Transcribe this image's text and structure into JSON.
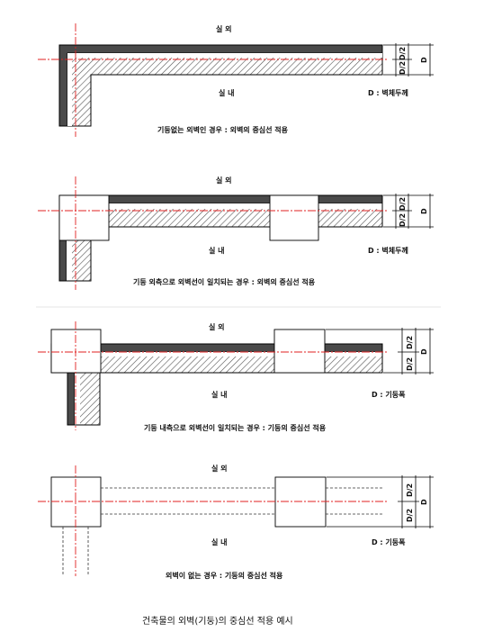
{
  "panels": [
    {
      "outside": "실 외",
      "inside": "실 내",
      "half_top": "D/2",
      "half_bottom": "D/2",
      "total": "D",
      "legend": "D : 벽체두께",
      "caption": "기둥없는 외벽인 경우 : 외벽의 중심선 적용"
    },
    {
      "outside": "실 외",
      "inside": "실 내",
      "half_top": "D/2",
      "half_bottom": "D/2",
      "total": "D",
      "legend": "D : 벽체두께",
      "caption": "기둥 외측으로 외벽선이 일치되는 경우 : 외벽의 중심선 적용"
    },
    {
      "outside": "실 외",
      "inside": "실 내",
      "half_top": "D/2",
      "half_bottom": "D/2",
      "total": "D",
      "legend": "D : 기둥폭",
      "caption": "기둥 내측으로 외벽선이 일치되는 경우 : 기둥의 중심선 적용"
    },
    {
      "outside": "실 외",
      "inside": "실 내",
      "half_top": "D/2",
      "half_bottom": "D/2",
      "total": "D",
      "legend": "D : 기둥폭",
      "caption": "외벽이 없는 경우 : 기둥의 중심선 적용"
    }
  ],
  "figure_caption": "건축물의 외벽(기둥)의 중심선 적용 예시",
  "colors": {
    "centerline": "#e02020",
    "wall_edge": "#4a4a4a",
    "hatch": "#555555"
  }
}
